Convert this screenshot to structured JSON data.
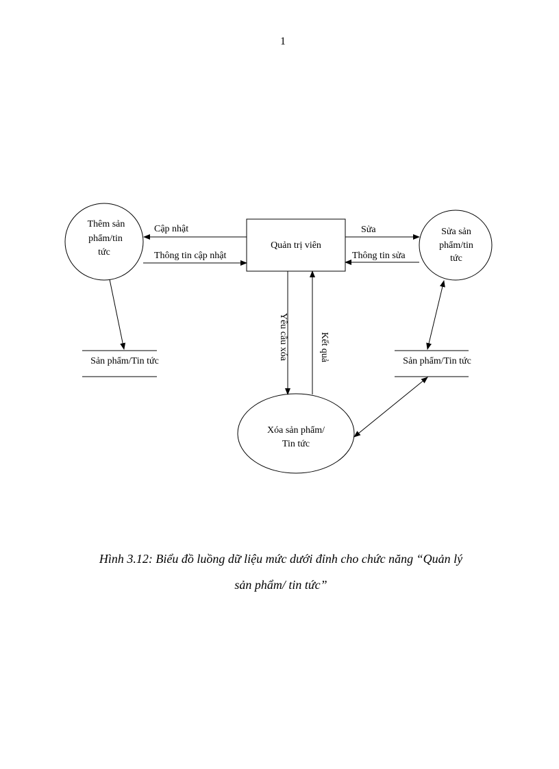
{
  "page_number": "1",
  "diagram": {
    "processes": {
      "add": [
        "Thêm sản",
        "phẩm/tin",
        "tức"
      ],
      "edit": [
        "Sửa sản",
        "phẩm/tin",
        "tức"
      ],
      "delete": [
        "Xóa sản phẩm/",
        "Tin tức"
      ]
    },
    "entity": "Quản trị viên",
    "data_stores": {
      "left": "Sản phẩm/Tin tức",
      "right": "Sản phẩm/Tin tức"
    },
    "flows": {
      "update": "Cập nhật",
      "update_info": "Thông tin cập nhật",
      "edit": "Sửa",
      "edit_info": "Thông tin sửa",
      "delete_request": "Yêu cầu xóa",
      "result": "Kết quả"
    }
  },
  "caption": {
    "line1": "Hình 3.12: Biểu đồ luồng dữ liệu mức dưới đỉnh cho chức năng “Quản lý",
    "line2": "sản phẩm/ tin tức”"
  }
}
